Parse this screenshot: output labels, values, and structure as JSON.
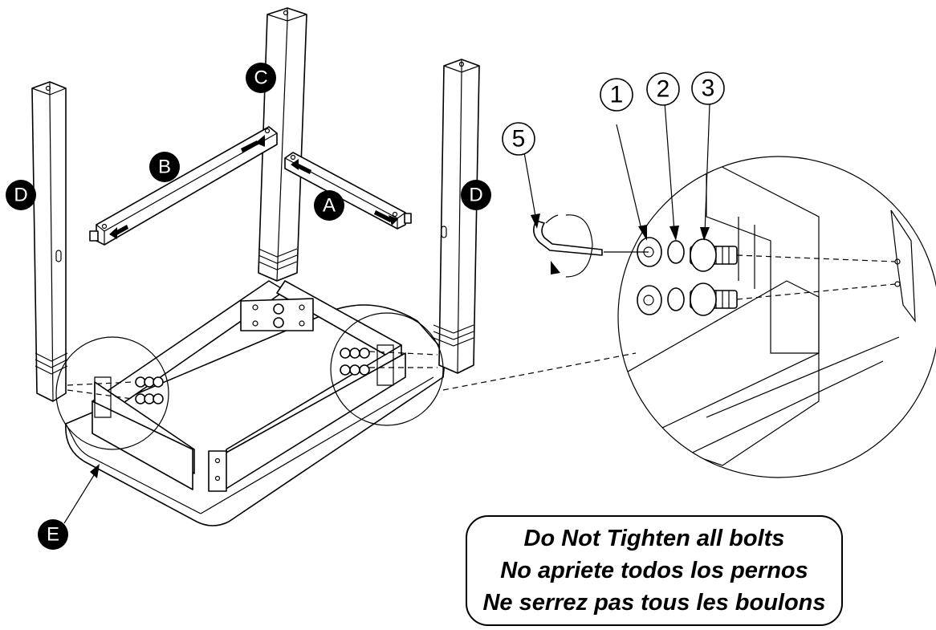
{
  "part_labels": {
    "A": "A",
    "B": "B",
    "C": "C",
    "D_left": "D",
    "D_right": "D",
    "E": "E"
  },
  "hardware_labels": {
    "one": "1",
    "two": "2",
    "three": "3",
    "five": "5"
  },
  "notice": {
    "line_en": "Do Not Tighten all bolts",
    "line_es": "No apriete todos los pernos",
    "line_fr": "Ne serrez pas tous les boulons"
  },
  "icons": [
    "allen-key-icon",
    "rotation-arrow-icon",
    "bolt-icon",
    "washer-icon",
    "spring-washer-icon"
  ]
}
